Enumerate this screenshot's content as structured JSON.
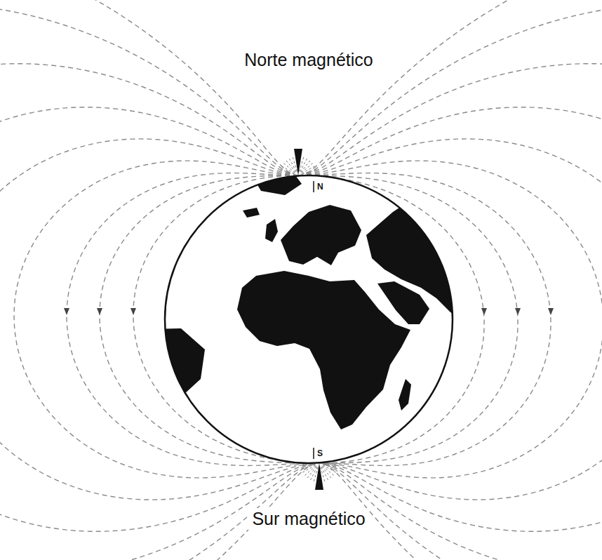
{
  "diagram": {
    "labels": [
      "Norte magnético",
      "N",
      "S",
      "Sur magnético"
    ]
  }
}
